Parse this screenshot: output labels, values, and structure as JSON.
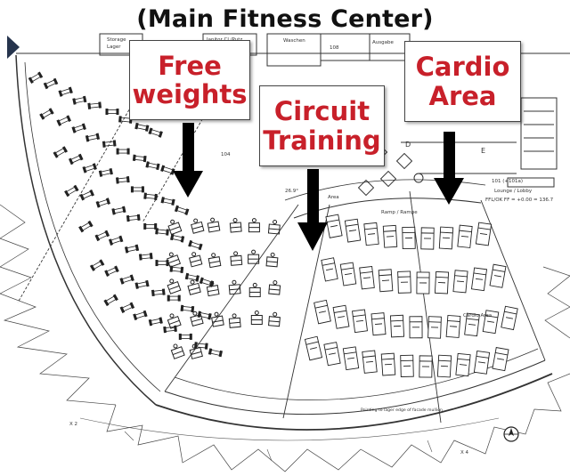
{
  "title": "(Main Fitness Center)",
  "callouts": {
    "free_weights": [
      "Free",
      "weights"
    ],
    "circuit_training": [
      "Circuit",
      "Training"
    ],
    "cardio_area": [
      "Cardio",
      "Area"
    ]
  },
  "plan_labels": {
    "storage": "Storage",
    "lager": "Lager",
    "janitor": "Janitor Cl./Putz",
    "waschen": "Waschen",
    "ausgabe": "Ausgabe",
    "room_108": "108",
    "room_104": "104",
    "ramp": "Ramp / Rampe",
    "lounge": "Lounge / Lobby",
    "room_101": "101 (+101a)",
    "level": "FFL/OK FF = +0.00 = 136.7",
    "cardio_small": "Cardio Area",
    "x2": "X 2",
    "x4": "X 4",
    "d": "D",
    "e": "E",
    "angle": "26.9°",
    "area": "Area",
    "pointing": "Pointing to lager edge of facade mullion"
  },
  "colors": {
    "callout_text": "#c8202a",
    "title_text": "#111111",
    "arrow": "#000000",
    "line": "#333333"
  },
  "icons": {
    "play": "play-triangle-icon",
    "compass": "north-arrow-icon"
  }
}
